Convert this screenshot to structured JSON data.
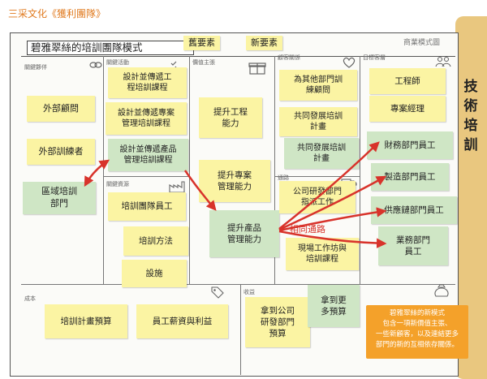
{
  "header": {
    "text": "三采文化《獲利團隊》"
  },
  "board": {
    "title": "碧雅翠絲的培訓團隊模式",
    "model_label": "商業模式圖"
  },
  "tags": {
    "old": "舊要素",
    "new": "新要素"
  },
  "side_tab": {
    "text": "技術培訓"
  },
  "sections": {
    "partners": "關鍵夥伴",
    "activities": "關鍵活動",
    "value": "價值主張",
    "relationships": "顧客關係",
    "segments": "目標客層",
    "resources": "關鍵資源",
    "channels": "通路",
    "costs": "成本",
    "revenue": "收益"
  },
  "notes": {
    "partner1": "外部顧問",
    "partner2": "外部訓練者",
    "partner3": "區域培訓\n部門",
    "act1": "設計並傳遞工\n程培訓課程",
    "act2": "設計並傳遞專案\n管理培訓課程",
    "act3": "設計並傳遞產品\n管理培訓課程",
    "res1": "培訓團隊員工",
    "res2": "培訓方法",
    "res3": "設施",
    "val1": "提升工程\n能力",
    "val2": "提升專案\n管理能力",
    "val3": "提升產品\n管理能力",
    "rel1": "為其他部門訓\n練顧問",
    "rel2": "共同發展培訓\n計畫",
    "rel3": "共同發展培訓\n計畫",
    "ch1": "公司研發部門\n指派工作",
    "ch2": "現場工作坊與\n培訓課程",
    "seg1": "工程師",
    "seg2": "專案經理",
    "seg3": "財務部門員工",
    "seg4": "製造部門員工",
    "seg5": "供應鏈部門員工",
    "seg6": "業務部門\n員工",
    "cost1": "培訓計畫預算",
    "cost2": "員工薪資與利益",
    "rev1": "拿到公司\n研發部門\n預算",
    "rev2": "拿到更\n多預算"
  },
  "route_label": "相同通路",
  "callout": {
    "text": "碧雅翠絲的新模式\n包含一項新價值主張、\n一些新顧客，以及連結更多\n部門的新的互相依存關係。"
  },
  "colors": {
    "old_note": "#fbf4a3",
    "new_note": "#cfe6c5",
    "arrow": "#d8332b",
    "callout": "#f4a12a",
    "header": "#e07a1f"
  }
}
